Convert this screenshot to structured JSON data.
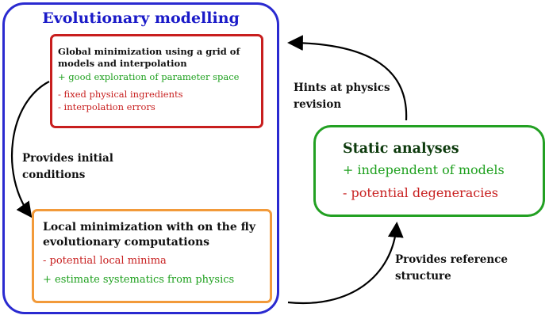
{
  "evolutionary": {
    "title": "Evolutionary modelling",
    "global_box": {
      "heading_line1": "Global minimization using a grid of",
      "heading_line2": "models and interpolation",
      "pro": "+ good exploration of parameter space",
      "con1": "- fixed physical ingredients",
      "con2": "- interpolation errors"
    },
    "local_box": {
      "heading_line1": "Local minimization with on the fly",
      "heading_line2": "evolutionary computations",
      "con": "- potential local minima",
      "pro": "+ estimate systematics from physics"
    }
  },
  "static_box": {
    "title": "Static analyses",
    "pro": "+ independent of models",
    "con": "- potential degeneracies"
  },
  "arrows": {
    "initial_line1": "Provides initial",
    "initial_line2": "conditions",
    "hints_line1": "Hints at physics",
    "hints_line2": "revision",
    "reference_line1": "Provides reference",
    "reference_line2": "structure"
  },
  "colors": {
    "evolutionary_border": "#2a2ad0",
    "global_border": "#c81e1e",
    "local_border": "#f29a3a",
    "static_border": "#22a022",
    "pro_text": "#1ea01e",
    "con_text": "#c82020"
  }
}
